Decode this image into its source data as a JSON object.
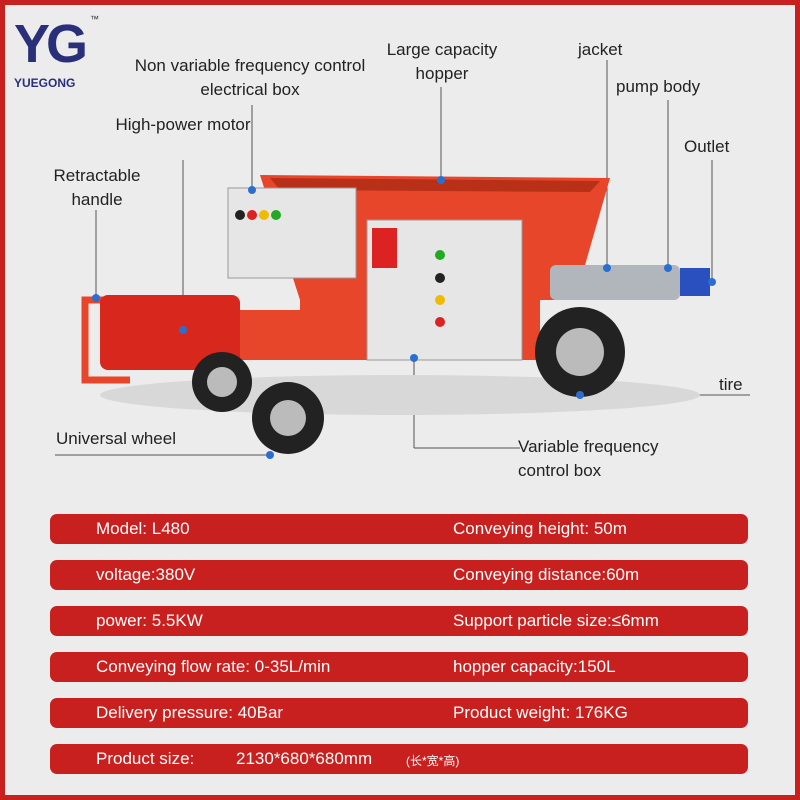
{
  "brand": {
    "name": "YUEGONG",
    "mark": "YG",
    "tm": "™"
  },
  "labels": {
    "hopper": "Large capacity hopper",
    "elec_box": "Non variable frequency control electrical box",
    "motor": "High-power motor",
    "handle": "Retractable handle",
    "jacket": "jacket",
    "pump": "pump body",
    "outlet": "Outlet",
    "tire": "tire",
    "wheel": "Universal wheel",
    "vf_box": "Variable frequency control box"
  },
  "specs": [
    {
      "left": "Model:  L480",
      "right": "Conveying height:  50m"
    },
    {
      "left": "voltage:380V",
      "right": "Conveying distance:60m"
    },
    {
      "left": "power:   5.5KW",
      "right": "Support particle size:≤6mm"
    },
    {
      "left": "Conveying flow rate:  0-35L/min",
      "right": "hopper capacity:150L"
    },
    {
      "left": "Delivery pressure:  40Bar",
      "right": "Product weight:  176KG"
    }
  ],
  "size": {
    "label": "Product size:",
    "value": "2130*680*680mm",
    "note": "(长*宽*高)"
  },
  "colors": {
    "red": "#c8201f",
    "orange": "#e8462a",
    "brand": "#2a2f7a"
  }
}
